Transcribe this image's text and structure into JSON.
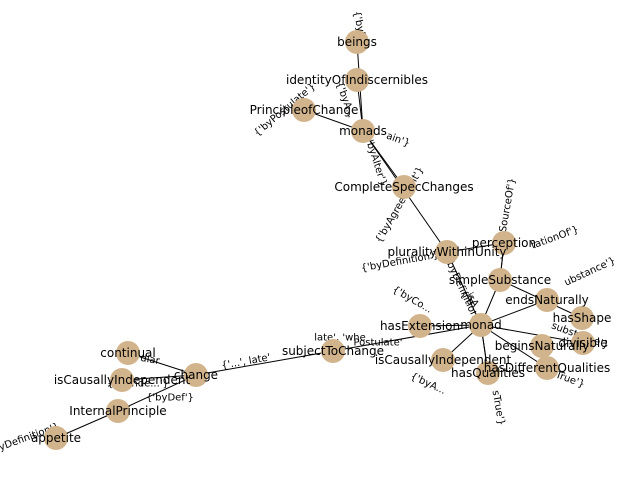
{
  "graph": {
    "colors": {
      "node": "#d2b48c",
      "edge": "#000000",
      "text": "#000000"
    },
    "nodes": [
      {
        "id": "beings",
        "label": "beings"
      },
      {
        "id": "identityOfIndiscernibles",
        "label": "identityOfIndiscernibles"
      },
      {
        "id": "PrincipleofChange",
        "label": "PrincipleofChange"
      },
      {
        "id": "monads",
        "label": "monads"
      },
      {
        "id": "CompleteSpecChanges",
        "label": "CompleteSpecChanges"
      },
      {
        "id": "perception",
        "label": "perception"
      },
      {
        "id": "pluralityWithinUnity",
        "label": "pluralityWithinUnity"
      },
      {
        "id": "simpleSubstance",
        "label": "simpleSubstance"
      },
      {
        "id": "endsNaturally",
        "label": "endsNaturally"
      },
      {
        "id": "hasShape",
        "label": "hasShape"
      },
      {
        "id": "divisible",
        "label": "divisible"
      },
      {
        "id": "hasExtension",
        "label": "hasExtension"
      },
      {
        "id": "monad",
        "label": "monad"
      },
      {
        "id": "beginsNaturally",
        "label": "beginsNaturally"
      },
      {
        "id": "isCausallyIndependent_r",
        "label": "isCausallyIndependent"
      },
      {
        "id": "hasQualities",
        "label": "hasQualities"
      },
      {
        "id": "hasDifferentQualities",
        "label": "hasDifferentQualities"
      },
      {
        "id": "subjectToChange",
        "label": "subjectToChange"
      },
      {
        "id": "continual",
        "label": "continual"
      },
      {
        "id": "change",
        "label": "change"
      },
      {
        "id": "isCausallyIndependent_l",
        "label": "isCausallyIndependent"
      },
      {
        "id": "InternalPrinciple",
        "label": "InternalPrinciple"
      },
      {
        "id": "appetite",
        "label": "appetite"
      }
    ],
    "edges": [
      {
        "source": "beings",
        "target": "monads",
        "label": "{'byPoll"
      },
      {
        "source": "identityOfIndiscernibles",
        "target": "monads",
        "label": "{'byA..."
      },
      {
        "source": "PrincipleofChange",
        "target": "monads",
        "label": "{'byPostulate'}"
      },
      {
        "source": "monads",
        "target": "CompleteSpecChanges",
        "label": "{'byAlter'}"
      },
      {
        "source": "monads",
        "target": "pluralityWithinUnity",
        "label": "{'byAgreement'}"
      },
      {
        "source": "monads",
        "target": "monads",
        "label": "ain'}"
      },
      {
        "source": "pluralityWithinUnity",
        "target": "perception",
        "label": "{'byDefinition'}"
      },
      {
        "source": "perception",
        "target": "simpleSubstance",
        "label": "SourceOf'}"
      },
      {
        "source": "perception",
        "target": "simpleSubstance",
        "label": "tationOf'}"
      },
      {
        "source": "pluralityWithinUnity",
        "target": "monad",
        "label": "{'byDefinition'}"
      },
      {
        "source": "simpleSubstance",
        "target": "monad",
        "label": "isA"
      },
      {
        "source": "simpleSubstance",
        "target": "hasShape",
        "label": "ubstance'}"
      },
      {
        "source": "monad",
        "target": "hasExtension",
        "label": "{'byCo..."
      },
      {
        "source": "monad",
        "target": "endsNaturally",
        "label": "{'b..."
      },
      {
        "source": "monad",
        "target": "divisible",
        "label": "substance'}"
      },
      {
        "source": "monad",
        "target": "hasDifferentQualities",
        "label": "True'}"
      },
      {
        "source": "monad",
        "target": "hasQualities",
        "label": "{'byA..."
      },
      {
        "source": "monad",
        "target": "hasQualities",
        "label": "sTrue'}"
      },
      {
        "source": "monad",
        "target": "isCausallyIndependent_r",
        "label": "Postulate'"
      },
      {
        "source": "monad",
        "target": "subjectToChange",
        "label": "late', 'whe"
      },
      {
        "source": "subjectToChange",
        "target": "change",
        "label": "{'...', late'"
      },
      {
        "source": "change",
        "target": "continual",
        "label": "diar"
      },
      {
        "source": "change",
        "target": "isCausallyIndependent_l",
        "label": "{'byInde...'}"
      },
      {
        "source": "change",
        "target": "InternalPrinciple",
        "label": "{'byDef'}"
      },
      {
        "source": "InternalPrinciple",
        "target": "appetite",
        "label": "{'byDefinition'}"
      }
    ]
  }
}
